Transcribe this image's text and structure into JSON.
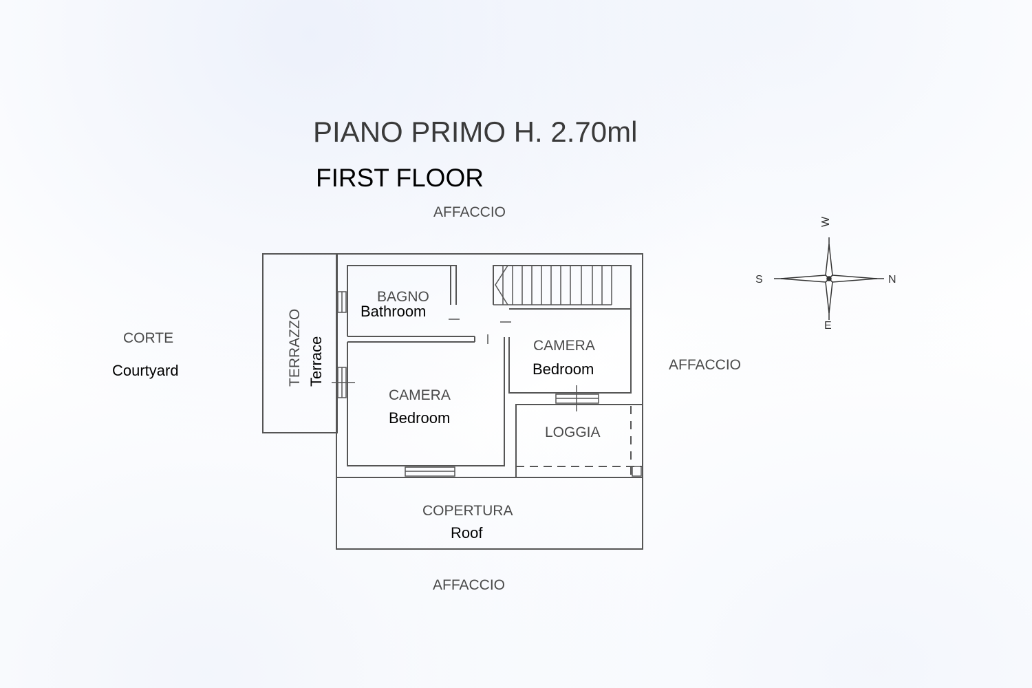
{
  "title": "PIANO PRIMO H. 2.70ml",
  "subtitle": "FIRST FLOOR",
  "surroundings": {
    "top": "AFFACCIO",
    "right": "AFFACCIO",
    "bottom": "AFFACCIO",
    "left_it": "CORTE",
    "left_en": "Courtyard"
  },
  "rooms": {
    "terrace": {
      "it": "TERRAZZO",
      "en": "Terrace"
    },
    "bathroom": {
      "it": "BAGNO",
      "en": "Bathroom"
    },
    "bedroom_right": {
      "it": "CAMERA",
      "en": "Bedroom"
    },
    "bedroom_left": {
      "it": "CAMERA",
      "en": "Bedroom"
    },
    "loggia": {
      "it": "LOGGIA"
    },
    "roof": {
      "it": "COPERTURA",
      "en": "Roof"
    }
  },
  "compass": {
    "north": "N",
    "south": "S",
    "east": "E",
    "west": "W"
  }
}
